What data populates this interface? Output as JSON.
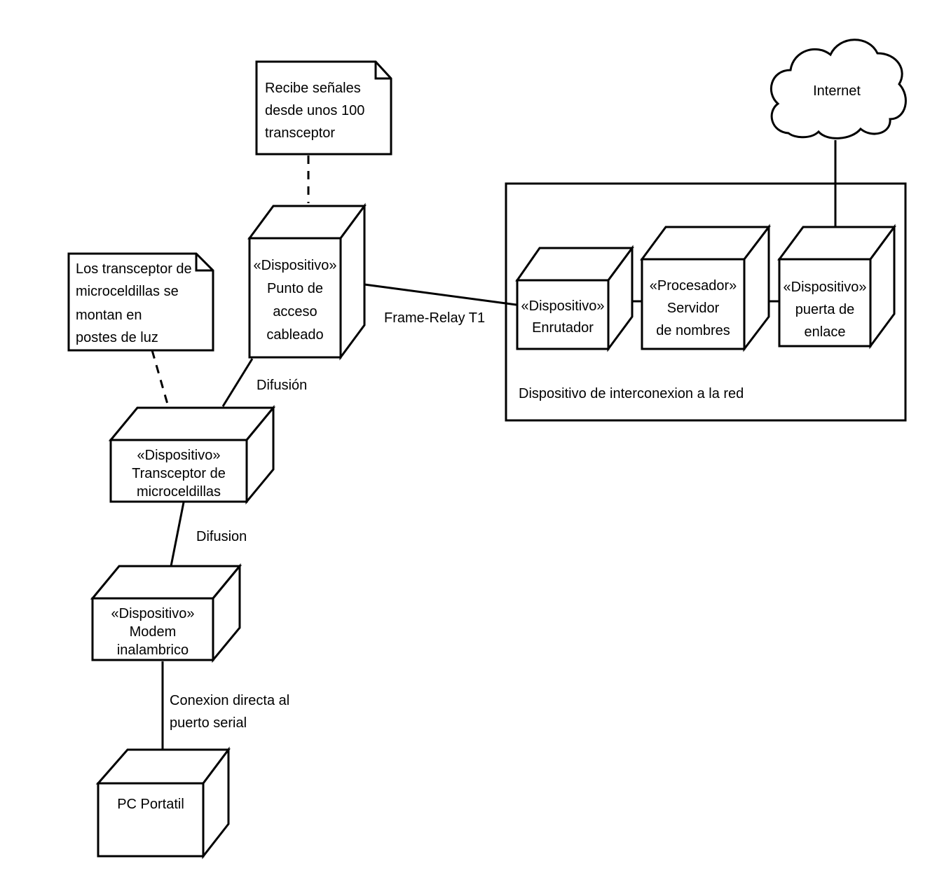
{
  "notes": {
    "wired_ap_note": [
      "Recibe señales",
      "desde unos 100",
      "transceptor"
    ],
    "transceiver_note": [
      "Los transceptor de",
      "microceldillas se",
      "montan en",
      "postes de luz"
    ]
  },
  "nodes": {
    "wired_ap": [
      "«Dispositivo»",
      "Punto de",
      "acceso",
      "cableado"
    ],
    "transceiver": [
      "«Dispositivo»",
      "Transceptor de",
      "microceldillas"
    ],
    "modem": [
      "«Dispositivo»",
      "Modem",
      "inalambrico"
    ],
    "laptop": [
      "PC Portatil"
    ],
    "router": [
      "«Dispositivo»",
      "Enrutador"
    ],
    "name_server": [
      "«Procesador»",
      "Servidor",
      "de nombres"
    ],
    "gateway": [
      "«Dispositivo»",
      "puerta de",
      "enlace"
    ]
  },
  "cloud": {
    "label": "Internet"
  },
  "network_group": {
    "label": "Dispositivo de interconexion a la red"
  },
  "links": {
    "frame_relay": "Frame-Relay T1",
    "difusion_1": "Difusión",
    "difusion_2": "Difusion",
    "serial": [
      "Conexion directa al",
      "puerto serial"
    ]
  }
}
